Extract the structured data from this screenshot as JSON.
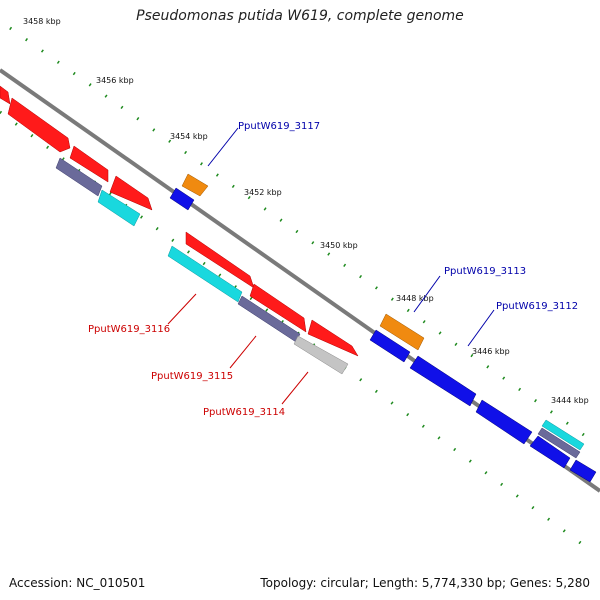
{
  "title": "Pseudomonas putida W619, complete genome",
  "footer": {
    "accession": "Accession: NC_010501",
    "summary": "Topology: circular; Length: 5,774,330 bp; Genes: 5,280"
  },
  "scale_labels": [
    "3458 kbp",
    "3456 kbp",
    "3454 kbp",
    "3452 kbp",
    "3450 kbp",
    "3448 kbp",
    "3446 kbp",
    "3444 kbp"
  ],
  "gene_labels": {
    "g3117": "PputW619_3117",
    "g3116": "PputW619_3116",
    "g3115": "PputW619_3115",
    "g3114": "PputW619_3114",
    "g3113": "PputW619_3113",
    "g3112": "PputW619_3112"
  },
  "colors": {
    "backbone": "#7a7a7a",
    "dots": "#1e8a1e",
    "forward_gene": "#ff1a1a",
    "reverse_gene": "#1010e8",
    "orange_feature": "#f08a10",
    "cyan_feature": "#19d8de",
    "slate_feature": "#6a6a9a",
    "grey_feature": "#c4c4c4",
    "label_red": "#cc0000",
    "label_blue": "#0000aa"
  }
}
